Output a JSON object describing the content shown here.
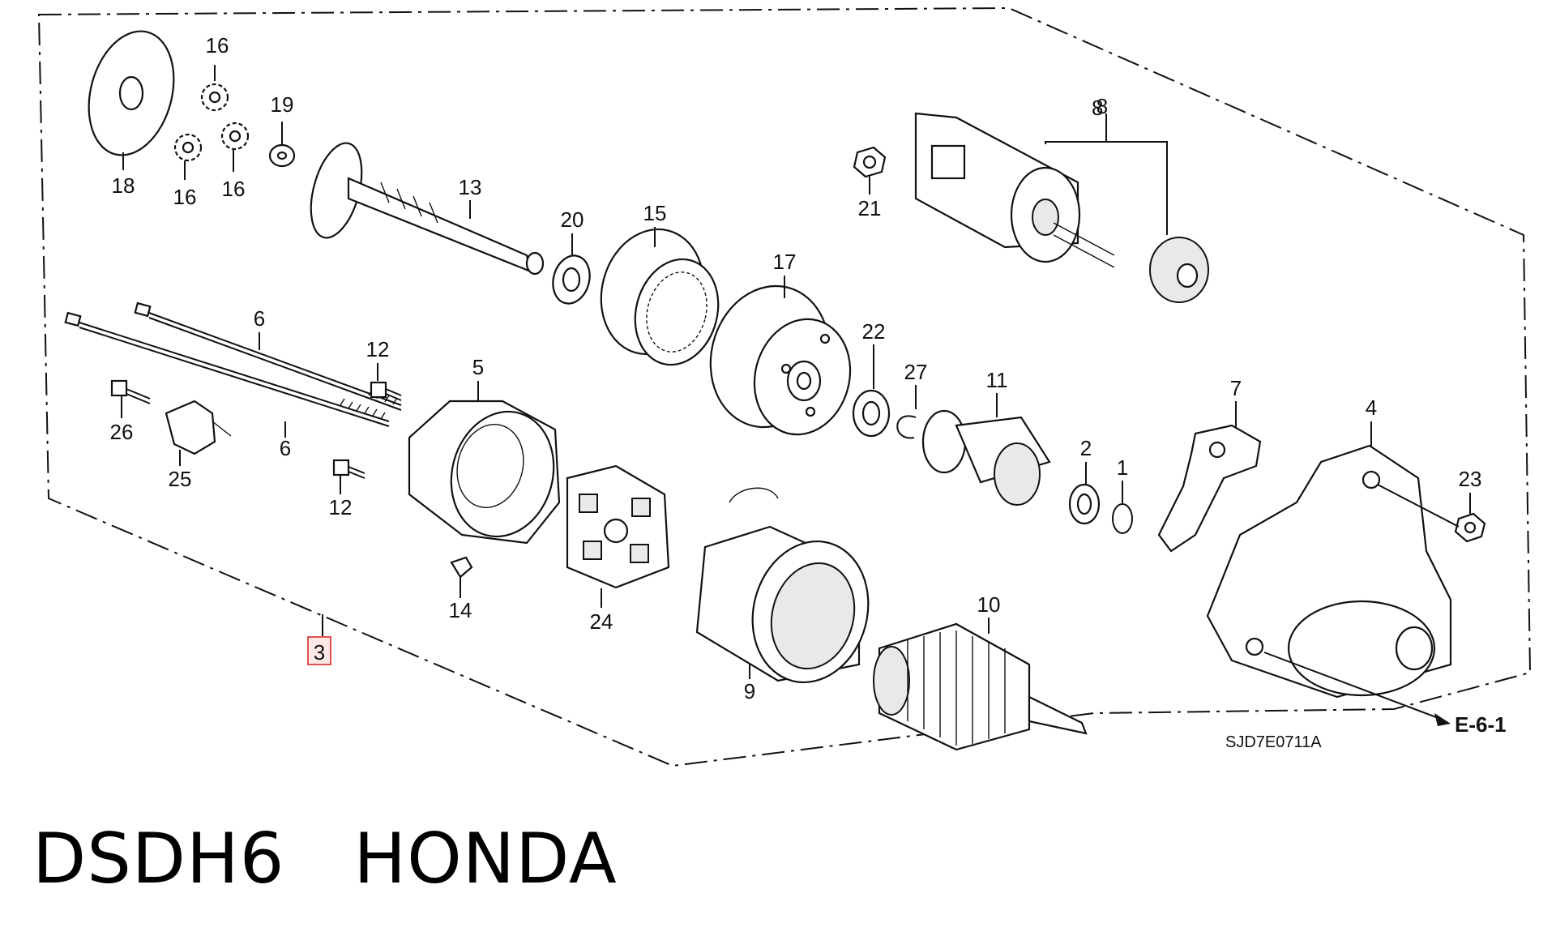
{
  "diagram": {
    "drawing_code": "SJD7E0711A",
    "reference_link": "E-6-1",
    "callouts": [
      "1",
      "2",
      "3",
      "4",
      "5",
      "6",
      "6",
      "7",
      "8",
      "9",
      "10",
      "11",
      "12",
      "12",
      "13",
      "14",
      "15",
      "16",
      "16",
      "16",
      "17",
      "18",
      "19",
      "20",
      "21",
      "22",
      "23",
      "24",
      "25",
      "26",
      "27"
    ],
    "highlight_color": "#e05050"
  },
  "footer": {
    "title": "DSDH6   HONDA"
  }
}
